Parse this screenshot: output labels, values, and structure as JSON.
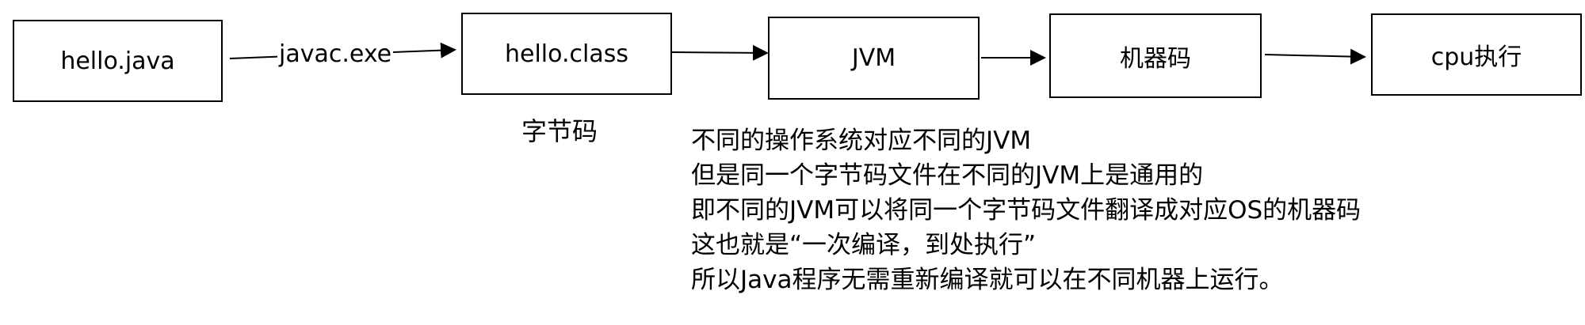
{
  "nodes": {
    "hello_java": "hello.java",
    "hello_class": "hello.class",
    "jvm": "JVM",
    "machine_code": "机器码",
    "cpu_exec": "cpu执行"
  },
  "edge_label": "javac.exe",
  "caption": "字节码",
  "note_lines": [
    "不同的操作系统对应不同的JVM",
    "但是同一个字节码文件在不同的JVM上是通用的",
    "即不同的JVM可以将同一个字节码文件翻译成对应OS的机器码",
    "这也就是“一次编译，到处执行”",
    "所以Java程序无需重新编译就可以在不同机器上运行。"
  ]
}
